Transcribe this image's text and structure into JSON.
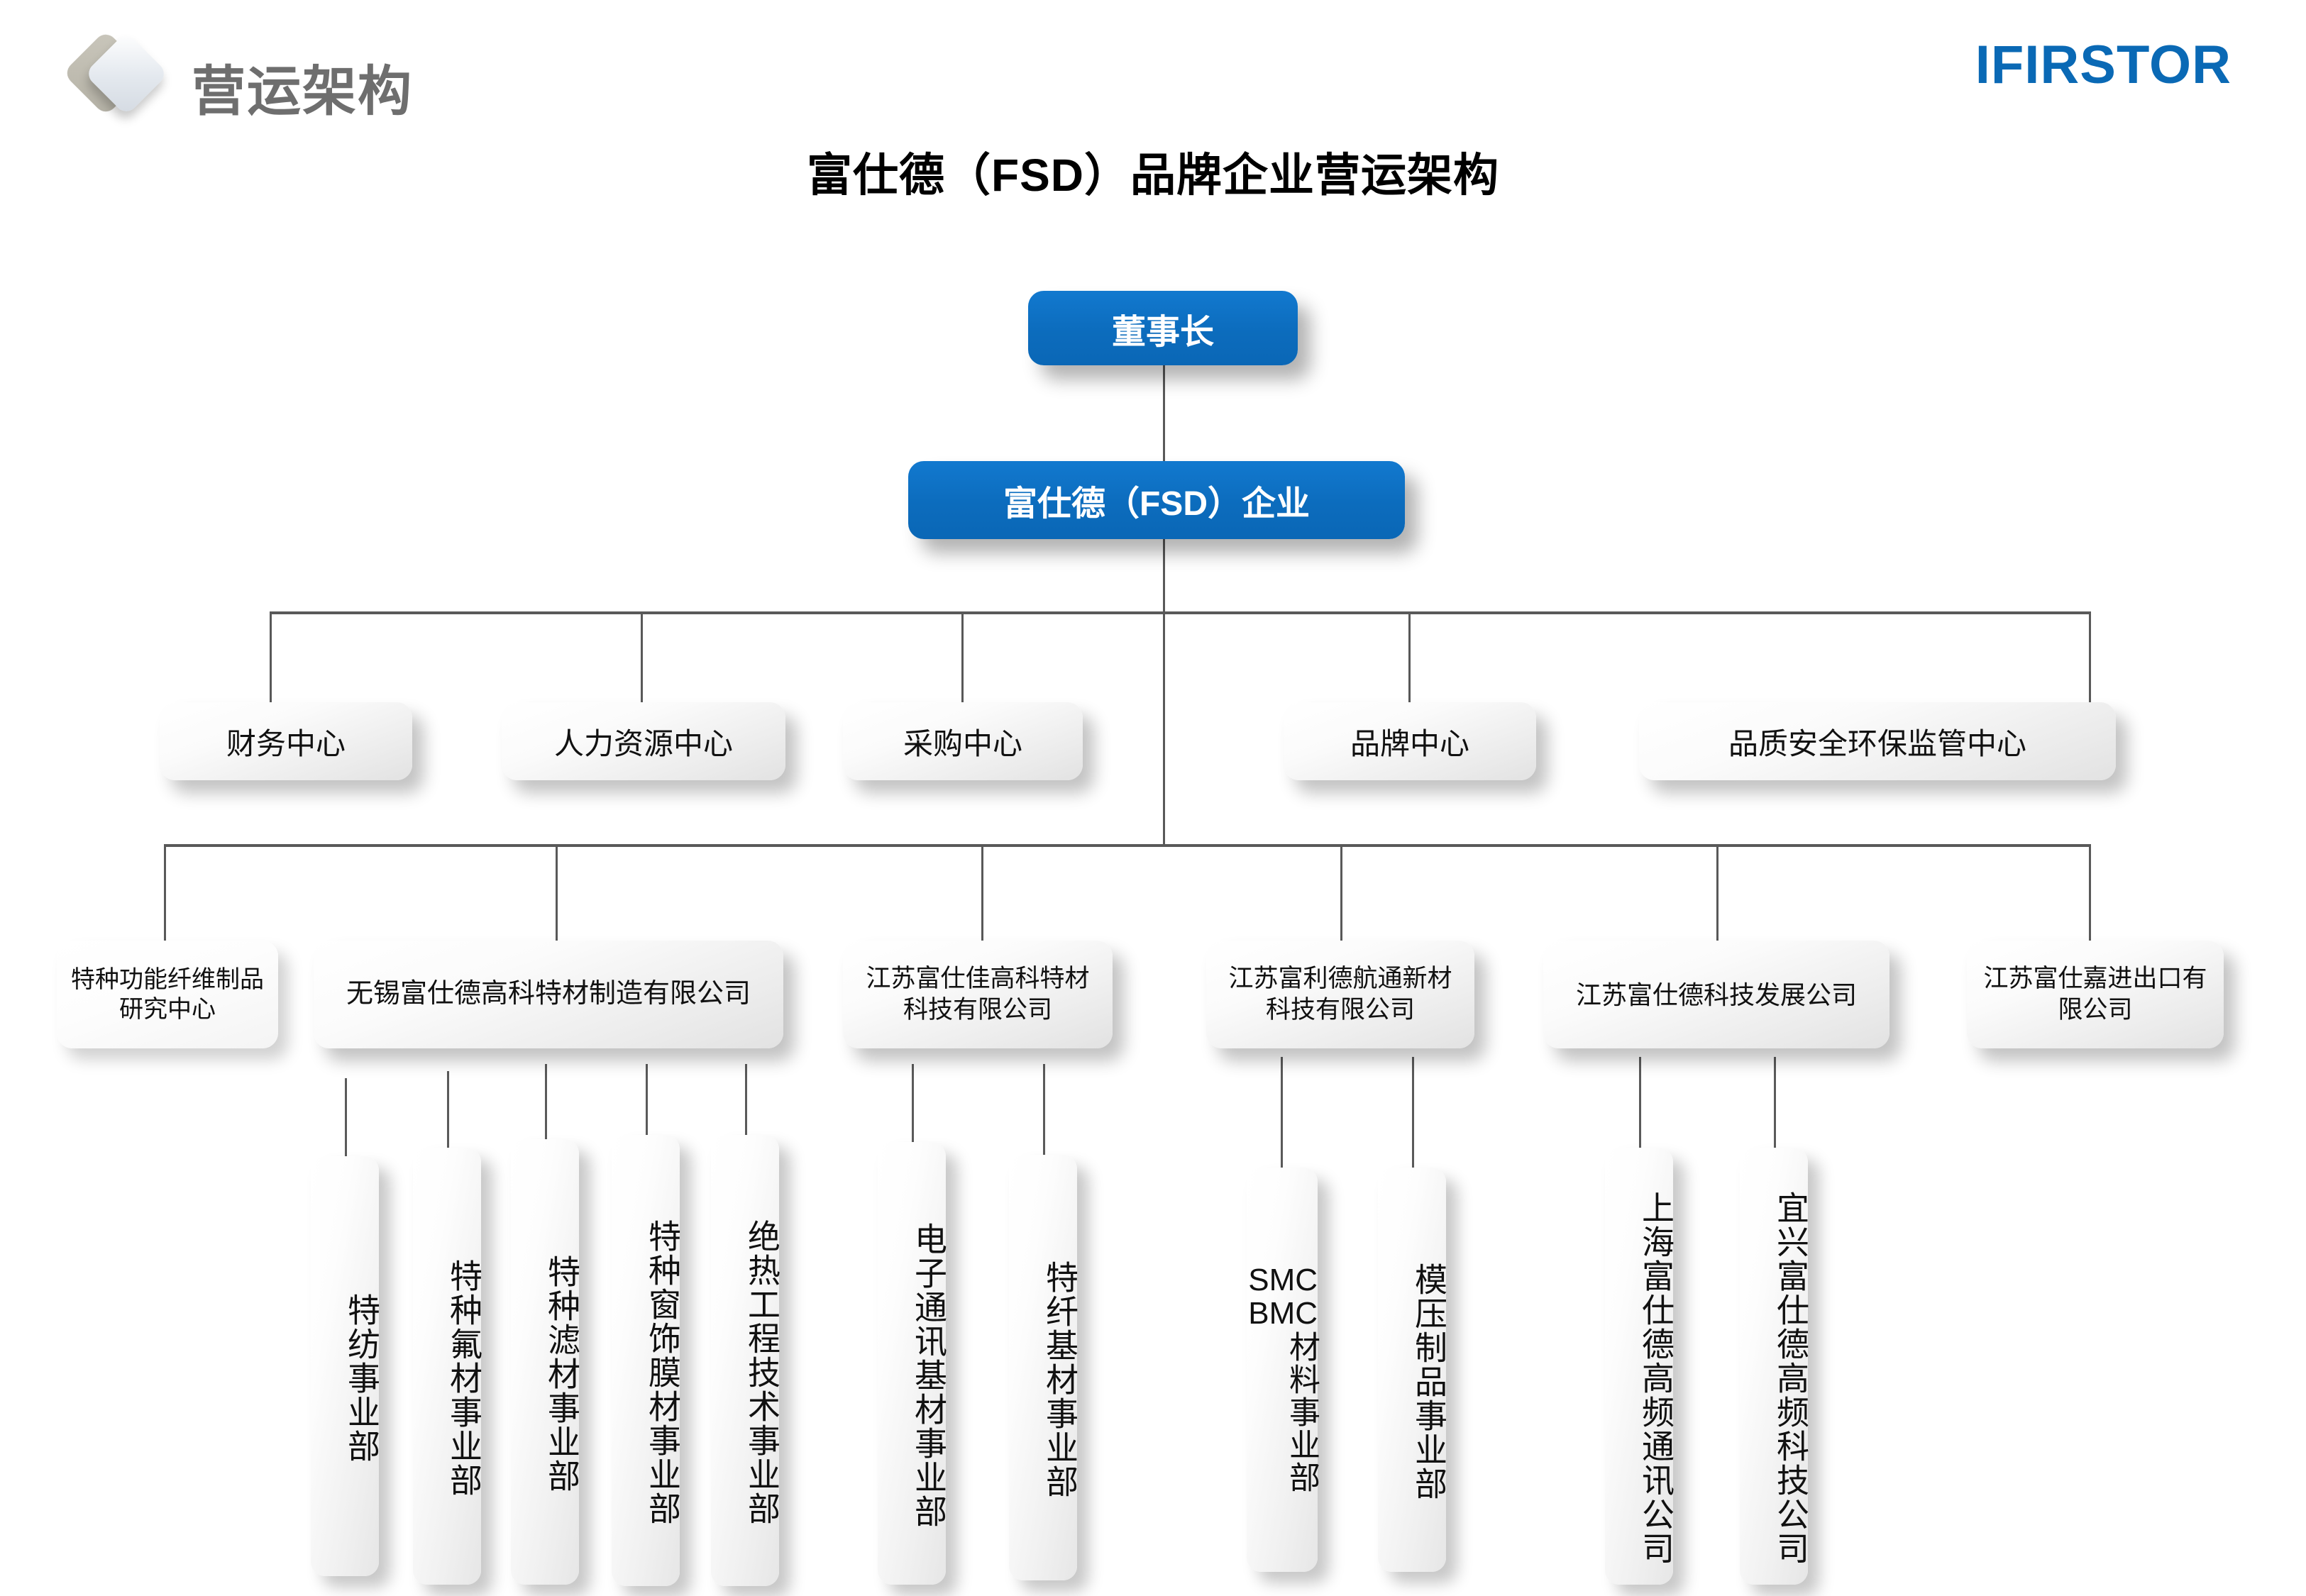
{
  "header": {
    "logo_icon": "diamond-logo-icon",
    "logo_text": "营运架构",
    "brand_wordmark": "IFIRSTOR",
    "brand_color": "#0a69b5"
  },
  "page_title": "富仕德（FSD）品牌企业营运架构",
  "chart": {
    "type": "org-chart",
    "level1": {
      "label": "董事长"
    },
    "level2": {
      "label": "富仕德（FSD）企业"
    },
    "centers": [
      {
        "label": "财务中心"
      },
      {
        "label": "人力资源中心"
      },
      {
        "label": "采购中心"
      },
      {
        "label": "品牌中心"
      },
      {
        "label": "品质安全环保监管中心"
      }
    ],
    "companies": [
      {
        "label": "特种功能纤维制品研究中心"
      },
      {
        "label": "无锡富仕德高科特材制造有限公司"
      },
      {
        "label": "江苏富仕佳高科特材科技有限公司"
      },
      {
        "label": "江苏富利德航通新材科技有限公司"
      },
      {
        "label": "江苏富仕德科技发展公司"
      },
      {
        "label": "江苏富仕嘉进出口有限公司"
      }
    ],
    "divisions": {
      "wuxi": [
        {
          "label": "特纺事业部"
        },
        {
          "label": "特种氟材事业部"
        },
        {
          "label": "特种滤材事业部"
        },
        {
          "label": "特种窗饰膜材事业部"
        },
        {
          "label": "绝热工程技术事业部"
        }
      ],
      "fushijia": [
        {
          "label": "电子通讯基材事业部"
        },
        {
          "label": "特纤基材事业部"
        }
      ],
      "fulide": [
        {
          "label_latin_1": "SMC",
          "label_latin_2": "BMC",
          "label": "材料事业部"
        },
        {
          "label": "模压制品事业部"
        }
      ],
      "kejifazhan": [
        {
          "label": "上海富仕德高频通讯公司"
        },
        {
          "label": "宜兴富仕德高频科技公司"
        }
      ]
    }
  }
}
